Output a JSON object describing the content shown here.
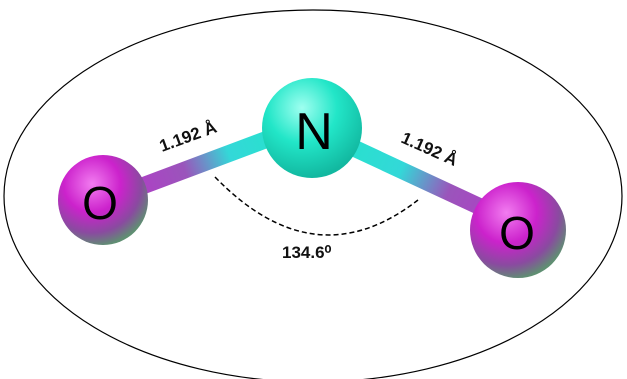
{
  "molecule": {
    "atoms": [
      {
        "id": "o-left",
        "symbol": "O",
        "color": "#cc22cc"
      },
      {
        "id": "n-center",
        "symbol": "N",
        "color": "#22e6c8"
      },
      {
        "id": "o-right",
        "symbol": "O",
        "color": "#cc22cc"
      }
    ],
    "bonds": [
      {
        "label": "1.192 Å",
        "from": "o-left",
        "to": "n-center"
      },
      {
        "label": "1.192 Å",
        "from": "n-center",
        "to": "o-right"
      }
    ],
    "angle": {
      "label": "134.6⁰"
    }
  },
  "colors": {
    "oxygen": "#cc22cc",
    "oxygen_shade": "#6e8f7a",
    "nitrogen": "#22e6c8",
    "bond_n": "#33d8d8",
    "bond_o": "#bb33cc",
    "outline": "#000000"
  }
}
